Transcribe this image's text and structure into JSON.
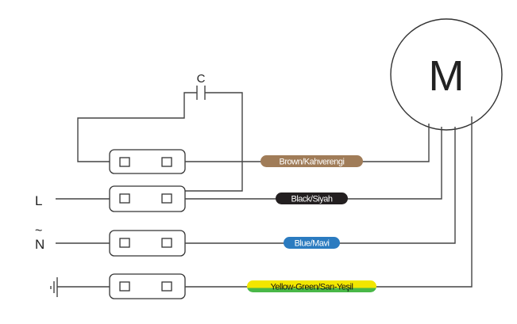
{
  "motor": {
    "label": "M"
  },
  "capacitor": {
    "label": "C"
  },
  "lines": {
    "live": "L",
    "neutral": "N",
    "neutral_mark": "~"
  },
  "wires": [
    {
      "label": "Brown/Kahverengi",
      "color": "#A07C58",
      "text_color": "#ffffff"
    },
    {
      "label": "Black/Siyah",
      "color": "#231F20",
      "text_color": "#ffffff"
    },
    {
      "label": "Blue/Mavi",
      "color": "#2B7BC0",
      "text_color": "#ffffff"
    },
    {
      "label": "Yellow-Green/Sarı-Yeşil",
      "color": "#F2E600",
      "stripe_color": "#49B848",
      "text_color": "#111111"
    }
  ],
  "ground_icon": "ground-icon"
}
